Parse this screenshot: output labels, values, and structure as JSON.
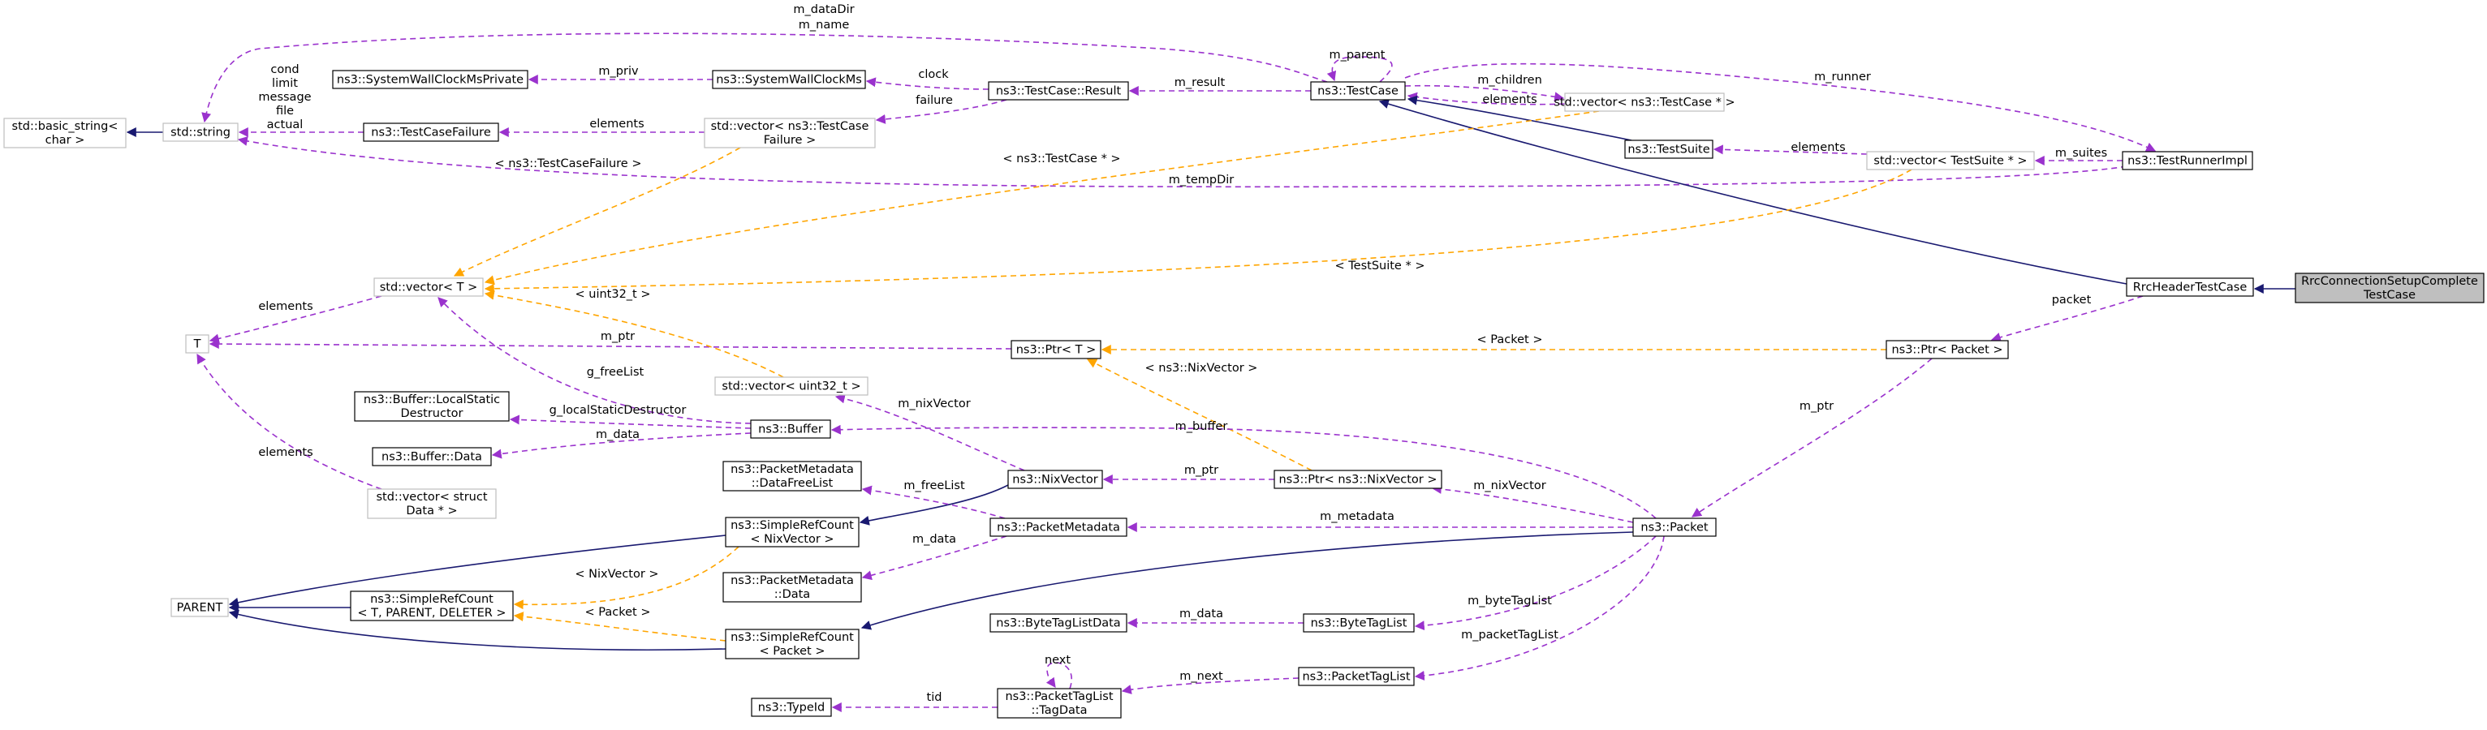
{
  "nodes": {
    "n_basic_string": {
      "lines": [
        "std::basic_string<",
        "char >"
      ],
      "style": "gray"
    },
    "n_string": {
      "lines": [
        "std::string"
      ],
      "style": "gray"
    },
    "n_wallclock_private": {
      "lines": [
        "ns3::SystemWallClockMsPrivate"
      ],
      "style": "black"
    },
    "n_wallclock": {
      "lines": [
        "ns3::SystemWallClockMs"
      ],
      "style": "black"
    },
    "n_testcase_failure": {
      "lines": [
        "ns3::TestCaseFailure"
      ],
      "style": "black"
    },
    "n_vector_tcf": {
      "lines": [
        "std::vector< ns3::TestCase",
        "Failure >"
      ],
      "style": "gray"
    },
    "n_result": {
      "lines": [
        "ns3::TestCase::Result"
      ],
      "style": "black"
    },
    "n_testcase": {
      "lines": [
        "ns3::TestCase"
      ],
      "style": "black"
    },
    "n_vector_tcp": {
      "lines": [
        "std::vector< ns3::TestCase * >"
      ],
      "style": "gray"
    },
    "n_testsuite": {
      "lines": [
        "ns3::TestSuite"
      ],
      "style": "black"
    },
    "n_vector_ts": {
      "lines": [
        "std::vector< TestSuite * >"
      ],
      "style": "gray"
    },
    "n_runner": {
      "lines": [
        "ns3::TestRunnerImpl"
      ],
      "style": "black"
    },
    "n_rrcheader": {
      "lines": [
        "RrcHeaderTestCase"
      ],
      "style": "black"
    },
    "n_rrcconn": {
      "lines": [
        "RrcConnectionSetupComplete",
        "TestCase"
      ],
      "style": "focus"
    },
    "n_vector_t": {
      "lines": [
        "std::vector< T >"
      ],
      "style": "gray"
    },
    "n_T": {
      "lines": [
        "T"
      ],
      "style": "gray"
    },
    "n_ptr_t": {
      "lines": [
        "ns3::Ptr< T >"
      ],
      "style": "black"
    },
    "n_ptr_packet": {
      "lines": [
        "ns3::Ptr< Packet >"
      ],
      "style": "black"
    },
    "n_vector_u32": {
      "lines": [
        "std::vector< uint32_t >"
      ],
      "style": "gray"
    },
    "n_buffer_lsd": {
      "lines": [
        "ns3::Buffer::LocalStatic",
        "Destructor"
      ],
      "style": "black"
    },
    "n_buffer": {
      "lines": [
        "ns3::Buffer"
      ],
      "style": "black"
    },
    "n_buffer_data": {
      "lines": [
        "ns3::Buffer::Data"
      ],
      "style": "black"
    },
    "n_vector_struct": {
      "lines": [
        "std::vector< struct",
        "Data * >"
      ],
      "style": "gray"
    },
    "n_pm_dfl": {
      "lines": [
        "ns3::PacketMetadata",
        "::DataFreeList"
      ],
      "style": "black"
    },
    "n_nixvector": {
      "lines": [
        "ns3::NixVector"
      ],
      "style": "black"
    },
    "n_ptr_nix": {
      "lines": [
        "ns3::Ptr< ns3::NixVector >"
      ],
      "style": "black"
    },
    "n_src_nix": {
      "lines": [
        "ns3::SimpleRefCount",
        "< NixVector >"
      ],
      "style": "black"
    },
    "n_pm": {
      "lines": [
        "ns3::PacketMetadata"
      ],
      "style": "black"
    },
    "n_packet": {
      "lines": [
        "ns3::Packet"
      ],
      "style": "black"
    },
    "n_parent": {
      "lines": [
        "PARENT"
      ],
      "style": "gray"
    },
    "n_src_tpd": {
      "lines": [
        "ns3::SimpleRefCount",
        "< T, PARENT, DELETER >"
      ],
      "style": "black"
    },
    "n_pm_data": {
      "lines": [
        "ns3::PacketMetadata",
        "::Data"
      ],
      "style": "black"
    },
    "n_btld": {
      "lines": [
        "ns3::ByteTagListData"
      ],
      "style": "black"
    },
    "n_btl": {
      "lines": [
        "ns3::ByteTagList"
      ],
      "style": "black"
    },
    "n_src_packet": {
      "lines": [
        "ns3::SimpleRefCount",
        "< Packet >"
      ],
      "style": "black"
    },
    "n_typeid": {
      "lines": [
        "ns3::TypeId"
      ],
      "style": "black"
    },
    "n_ptl_td": {
      "lines": [
        "ns3::PacketTagList",
        "::TagData"
      ],
      "style": "black"
    },
    "n_ptl": {
      "lines": [
        "ns3::PacketTagList"
      ],
      "style": "black"
    }
  },
  "edges": [
    {
      "id": "e_string_basic",
      "kind": "inherit",
      "label": ""
    },
    {
      "id": "e_testcase_string",
      "kind": "member",
      "label": "m_dataDir\nm_name"
    },
    {
      "id": "e_testcase_self",
      "kind": "member",
      "label": "m_parent"
    },
    {
      "id": "e_wallclock_private",
      "kind": "member",
      "label": "m_priv"
    },
    {
      "id": "e_result_wallclock",
      "kind": "member",
      "label": "clock"
    },
    {
      "id": "e_testcase_result",
      "kind": "member",
      "label": "m_result"
    },
    {
      "id": "e_tcf_string",
      "kind": "member",
      "label": "cond\nlimit\nmessage\nfile\nactual"
    },
    {
      "id": "e_vtcf_tcf",
      "kind": "member",
      "label": "elements"
    },
    {
      "id": "e_result_vtcf",
      "kind": "member",
      "label": "failure"
    },
    {
      "id": "e_testcase_vtcp",
      "kind": "member",
      "label": "m_children"
    },
    {
      "id": "e_vtcp_testcase",
      "kind": "member",
      "label": "elements"
    },
    {
      "id": "e_testsuite_testcase",
      "kind": "inherit",
      "label": ""
    },
    {
      "id": "e_testcase_runner",
      "kind": "member",
      "label": "m_runner"
    },
    {
      "id": "e_vts_testsuite",
      "kind": "member",
      "label": "elements"
    },
    {
      "id": "e_runner_vts",
      "kind": "member",
      "label": "m_suites"
    },
    {
      "id": "e_runner_string",
      "kind": "member",
      "label": "m_tempDir"
    },
    {
      "id": "e_rrcheader_testcase",
      "kind": "inherit",
      "label": ""
    },
    {
      "id": "e_rrcconn_rrcheader",
      "kind": "inherit",
      "label": ""
    },
    {
      "id": "e_vt_tcf_tmpl",
      "kind": "template",
      "label": "< ns3::TestCaseFailure >"
    },
    {
      "id": "e_vt_tcp_tmpl",
      "kind": "template",
      "label": "< ns3::TestCase * >"
    },
    {
      "id": "e_vt_ts_tmpl",
      "kind": "template",
      "label": "< TestSuite * >"
    },
    {
      "id": "e_vt_T",
      "kind": "member",
      "label": "elements"
    },
    {
      "id": "e_ptrt_T",
      "kind": "member",
      "label": "m_ptr"
    },
    {
      "id": "e_vt_u32_tmpl",
      "kind": "template",
      "label": "< uint32_t >"
    },
    {
      "id": "e_ptrpacket_tmpl",
      "kind": "template",
      "label": "< Packet >"
    },
    {
      "id": "e_rrcheader_ptrpacket",
      "kind": "member",
      "label": "packet"
    },
    {
      "id": "e_buffer_vt",
      "kind": "member",
      "label": "g_freeList"
    },
    {
      "id": "e_buffer_lsd",
      "kind": "member",
      "label": "g_localStaticDestructor"
    },
    {
      "id": "e_buffer_data",
      "kind": "member",
      "label": "m_data"
    },
    {
      "id": "e_vstruct_T",
      "kind": "member",
      "label": "elements"
    },
    {
      "id": "e_nix_vu32",
      "kind": "member",
      "label": "m_nixVector"
    },
    {
      "id": "e_ptrnix_tmpl",
      "kind": "template",
      "label": "< ns3::NixVector >"
    },
    {
      "id": "e_ptrpacket_packet",
      "kind": "member",
      "label": "m_ptr"
    },
    {
      "id": "e_packet_buffer",
      "kind": "member",
      "label": "m_buffer"
    },
    {
      "id": "e_ptrnix_nix",
      "kind": "member",
      "label": "m_ptr"
    },
    {
      "id": "e_packet_ptrnix",
      "kind": "member",
      "label": "m_nixVector"
    },
    {
      "id": "e_nix_srcnix",
      "kind": "inherit",
      "label": ""
    },
    {
      "id": "e_pm_dfl",
      "kind": "member",
      "label": "m_freeList"
    },
    {
      "id": "e_packet_pm",
      "kind": "member",
      "label": "m_metadata"
    },
    {
      "id": "e_pm_pmdata",
      "kind": "member",
      "label": "m_data"
    },
    {
      "id": "e_packet_srcpacket",
      "kind": "inherit",
      "label": ""
    },
    {
      "id": "e_srcnix_parent",
      "kind": "inherit",
      "label": ""
    },
    {
      "id": "e_srctpd_parent",
      "kind": "inherit",
      "label": ""
    },
    {
      "id": "e_srcpacket_parent",
      "kind": "inherit",
      "label": ""
    },
    {
      "id": "e_srcnix_tmpl",
      "kind": "template",
      "label": "< NixVector >"
    },
    {
      "id": "e_srcpacket_tmpl",
      "kind": "template",
      "label": "< Packet >"
    },
    {
      "id": "e_btl_btld",
      "kind": "member",
      "label": "m_data"
    },
    {
      "id": "e_packet_btl",
      "kind": "member",
      "label": "m_byteTagList"
    },
    {
      "id": "e_ptltd_typeid",
      "kind": "member",
      "label": "tid"
    },
    {
      "id": "e_ptltd_self",
      "kind": "member",
      "label": "next"
    },
    {
      "id": "e_ptl_ptltd",
      "kind": "member",
      "label": "m_next"
    },
    {
      "id": "e_packet_ptl",
      "kind": "member",
      "label": "m_packetTagList"
    }
  ],
  "colors": {
    "inherit": "#191970",
    "member": "#9a32cd",
    "template": "#ffa500",
    "gray_border": "#bfbfbf",
    "focus_fill": "#bfbfbf"
  }
}
